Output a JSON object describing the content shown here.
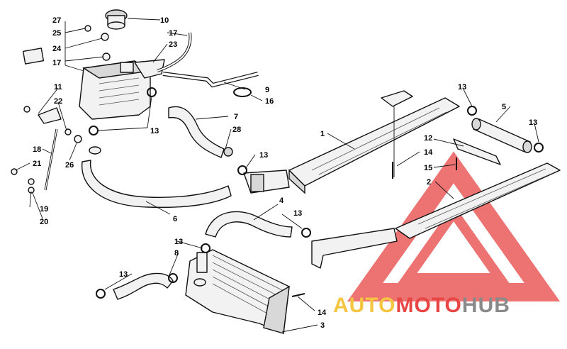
{
  "callouts": [
    {
      "id": "c27",
      "label": "27"
    },
    {
      "id": "c25",
      "label": "25"
    },
    {
      "id": "c24",
      "label": "24"
    },
    {
      "id": "c17a",
      "label": "17"
    },
    {
      "id": "c10",
      "label": "10"
    },
    {
      "id": "c17b",
      "label": "17"
    },
    {
      "id": "c23",
      "label": "23"
    },
    {
      "id": "c9",
      "label": "9"
    },
    {
      "id": "c16",
      "label": "16"
    },
    {
      "id": "c11",
      "label": "11"
    },
    {
      "id": "c22",
      "label": "22"
    },
    {
      "id": "c7",
      "label": "7"
    },
    {
      "id": "c28",
      "label": "28"
    },
    {
      "id": "c13a",
      "label": "13"
    },
    {
      "id": "c13b",
      "label": "13"
    },
    {
      "id": "c18",
      "label": "18"
    },
    {
      "id": "c26",
      "label": "26"
    },
    {
      "id": "c21",
      "label": "21"
    },
    {
      "id": "c19",
      "label": "19"
    },
    {
      "id": "c20",
      "label": "20"
    },
    {
      "id": "c6",
      "label": "6"
    },
    {
      "id": "c1",
      "label": "1"
    },
    {
      "id": "c13c",
      "label": "13"
    },
    {
      "id": "c5",
      "label": "5"
    },
    {
      "id": "c13d",
      "label": "13"
    },
    {
      "id": "c12",
      "label": "12"
    },
    {
      "id": "c14a",
      "label": "14"
    },
    {
      "id": "c15",
      "label": "15"
    },
    {
      "id": "c2",
      "label": "2"
    },
    {
      "id": "c4",
      "label": "4"
    },
    {
      "id": "c13e",
      "label": "13"
    },
    {
      "id": "c13f",
      "label": "13"
    },
    {
      "id": "c8",
      "label": "8"
    },
    {
      "id": "c13g",
      "label": "13"
    },
    {
      "id": "c14b",
      "label": "14"
    },
    {
      "id": "c3",
      "label": "3"
    }
  ],
  "watermark": {
    "part1": "AUTO",
    "part2": "MOTO",
    "part3": "HUB",
    "color_primary": "#f5c542",
    "color_secondary": "#e84545",
    "color_tertiary": "#8a8a8a",
    "logo_color": "#e84545"
  }
}
